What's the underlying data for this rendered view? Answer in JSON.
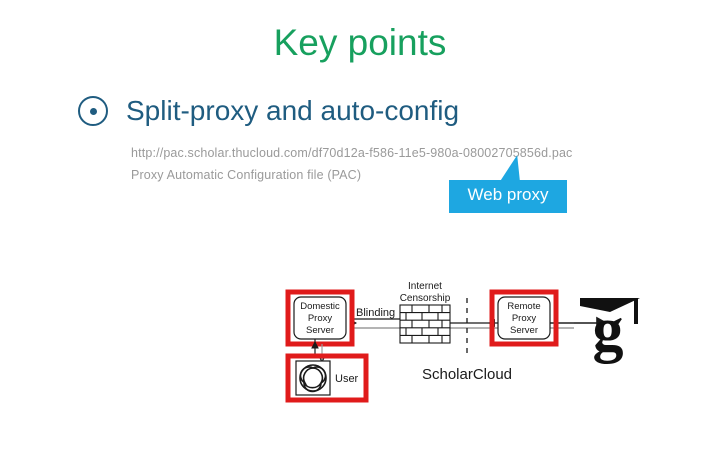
{
  "slide": {
    "title": "Key points",
    "title_color": "#17a05e"
  },
  "bullet": {
    "icon": "circle-dot-bullet-icon",
    "text": "Split-proxy and auto-config",
    "text_color": "#1f5c80"
  },
  "details": {
    "pac_url": "http://pac.scholar.thucloud.com/df70d12a-f586-11e5-980a-08002705856d.pac",
    "pac_description": "Proxy Automatic Configuration file (PAC)"
  },
  "callout": {
    "label": "Web proxy",
    "bg_color": "#1ea7e1",
    "text_color": "#ffffff"
  },
  "diagram": {
    "highlight_color": "#e01b1b",
    "nodes": {
      "domestic_proxy": {
        "line1": "Domestic",
        "line2": "Proxy",
        "line3": "Server"
      },
      "remote_proxy": {
        "line1": "Remote",
        "line2": "Proxy",
        "line3": "Server"
      },
      "user": {
        "label": "User",
        "icon": "pinwheel-user-icon"
      },
      "firewall": {
        "line1": "Internet",
        "line2": "Censorship",
        "icon": "brick-wall-icon"
      },
      "scholar_logo": {
        "icon": "google-scholar-g-icon"
      }
    },
    "labels": {
      "blinding": "Blinding",
      "cloud": "ScholarCloud"
    }
  }
}
